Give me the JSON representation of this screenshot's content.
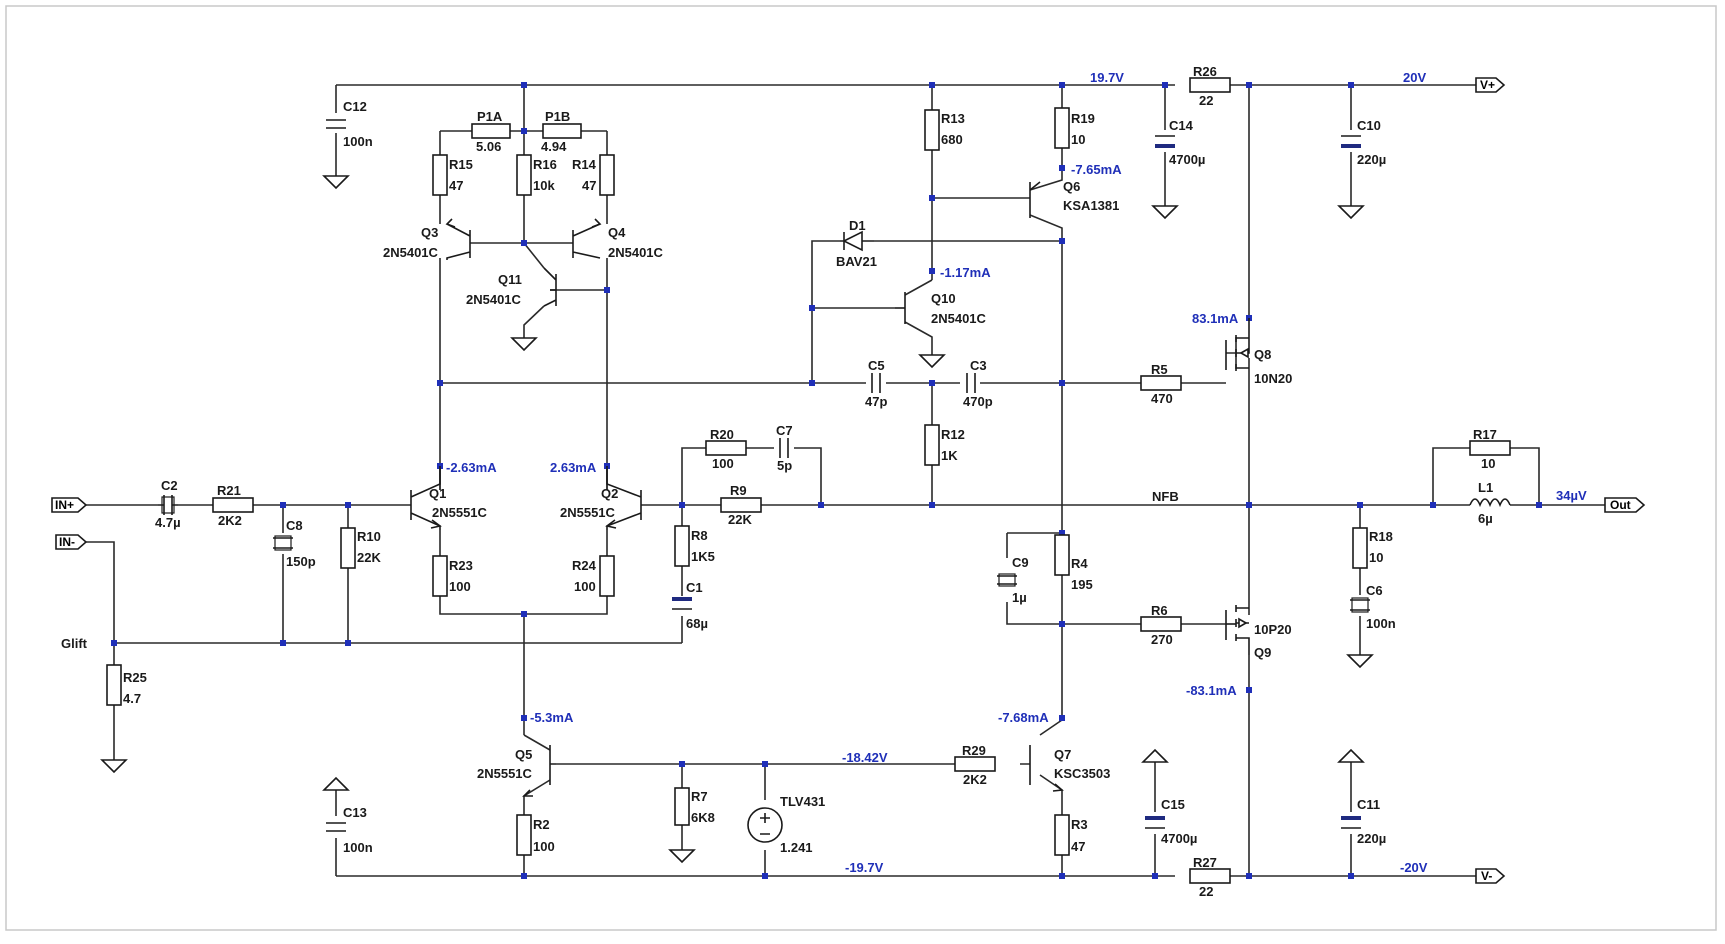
{
  "components": {
    "C12": {
      "ref": "C12",
      "value": "100n"
    },
    "C13": {
      "ref": "C13",
      "value": "100n"
    },
    "C14": {
      "ref": "C14",
      "value": "4700µ"
    },
    "C15": {
      "ref": "C15",
      "value": "4700µ"
    },
    "C10": {
      "ref": "C10",
      "value": "220µ"
    },
    "C11": {
      "ref": "C11",
      "value": "220µ"
    },
    "C2": {
      "ref": "C2",
      "value": "4.7µ"
    },
    "C8": {
      "ref": "C8",
      "value": "150p"
    },
    "C5": {
      "ref": "C5",
      "value": "47p"
    },
    "C3": {
      "ref": "C3",
      "value": "470p"
    },
    "C7": {
      "ref": "C7",
      "value": "5p"
    },
    "C1": {
      "ref": "C1",
      "value": "68µ"
    },
    "C9": {
      "ref": "C9",
      "value": "1µ"
    },
    "C6": {
      "ref": "C6",
      "value": "100n"
    },
    "P1A": {
      "ref": "P1A",
      "value": "5.06"
    },
    "P1B": {
      "ref": "P1B",
      "value": "4.94"
    },
    "R15": {
      "ref": "R15",
      "value": "47"
    },
    "R16": {
      "ref": "R16",
      "value": "10k"
    },
    "R14": {
      "ref": "R14",
      "value": "47"
    },
    "R13": {
      "ref": "R13",
      "value": "680"
    },
    "R19": {
      "ref": "R19",
      "value": "10"
    },
    "R26": {
      "ref": "R26",
      "value": "22"
    },
    "R27": {
      "ref": "R27",
      "value": "22"
    },
    "R21": {
      "ref": "R21",
      "value": "2K2"
    },
    "R10": {
      "ref": "R10",
      "value": "22K"
    },
    "R23": {
      "ref": "R23",
      "value": "100"
    },
    "R24": {
      "ref": "R24",
      "value": "100"
    },
    "R20": {
      "ref": "R20",
      "value": "100"
    },
    "R9": {
      "ref": "R9",
      "value": "22K"
    },
    "R8": {
      "ref": "R8",
      "value": "1K5"
    },
    "R12": {
      "ref": "R12",
      "value": "1K"
    },
    "R5": {
      "ref": "R5",
      "value": "470"
    },
    "R4": {
      "ref": "R4",
      "value": "195"
    },
    "R6": {
      "ref": "R6",
      "value": "270"
    },
    "R17": {
      "ref": "R17",
      "value": "10"
    },
    "R18": {
      "ref": "R18",
      "value": "10"
    },
    "R25": {
      "ref": "R25",
      "value": "4.7"
    },
    "R7": {
      "ref": "R7",
      "value": "6K8"
    },
    "R2": {
      "ref": "R2",
      "value": "100"
    },
    "R29": {
      "ref": "R29",
      "value": "2K2"
    },
    "R3": {
      "ref": "R3",
      "value": "47"
    },
    "L1": {
      "ref": "L1",
      "value": "6µ"
    },
    "D1": {
      "ref": "D1",
      "value": "BAV21"
    },
    "TLV431": {
      "ref": "TLV431",
      "value": "1.241"
    },
    "Q1": {
      "ref": "Q1",
      "value": "2N5551C"
    },
    "Q2": {
      "ref": "Q2",
      "value": "2N5551C"
    },
    "Q3": {
      "ref": "Q3",
      "value": "2N5401C"
    },
    "Q4": {
      "ref": "Q4",
      "value": "2N5401C"
    },
    "Q11": {
      "ref": "Q11",
      "value": "2N5401C"
    },
    "Q10": {
      "ref": "Q10",
      "value": "2N5401C"
    },
    "Q6": {
      "ref": "Q6",
      "value": "KSA1381"
    },
    "Q5": {
      "ref": "Q5",
      "value": "2N5551C"
    },
    "Q7": {
      "ref": "Q7",
      "value": "KSC3503"
    },
    "Q8": {
      "ref": "Q8",
      "value": "10N20"
    },
    "Q9": {
      "ref": "Q9",
      "value": "10P20"
    }
  },
  "annotations": {
    "v_19_7": "19.7V",
    "v_20": "20V",
    "v_m19_7": "-19.7V",
    "v_m20": "-20V",
    "v_m18_42": "-18.42V",
    "v_out": "34µV",
    "i_q6": "-7.65mA",
    "i_q10": "-1.17mA",
    "i_q8": "83.1mA",
    "i_q9": "-83.1mA",
    "i_q1": "-2.63mA",
    "i_q2": "2.63mA",
    "i_q5": "-5.3mA",
    "i_q7": "-7.68mA"
  },
  "nets": {
    "nfb": "NFB",
    "glift": "Glift"
  },
  "ports": {
    "in_plus": "IN+",
    "in_minus": "IN-",
    "v_plus": "V+",
    "v_minus": "V-",
    "out": "Out"
  },
  "colors": {
    "wire": "#2a2a2a",
    "annotation": "#1f2fb8",
    "cap_plate": "#1f2a80"
  }
}
